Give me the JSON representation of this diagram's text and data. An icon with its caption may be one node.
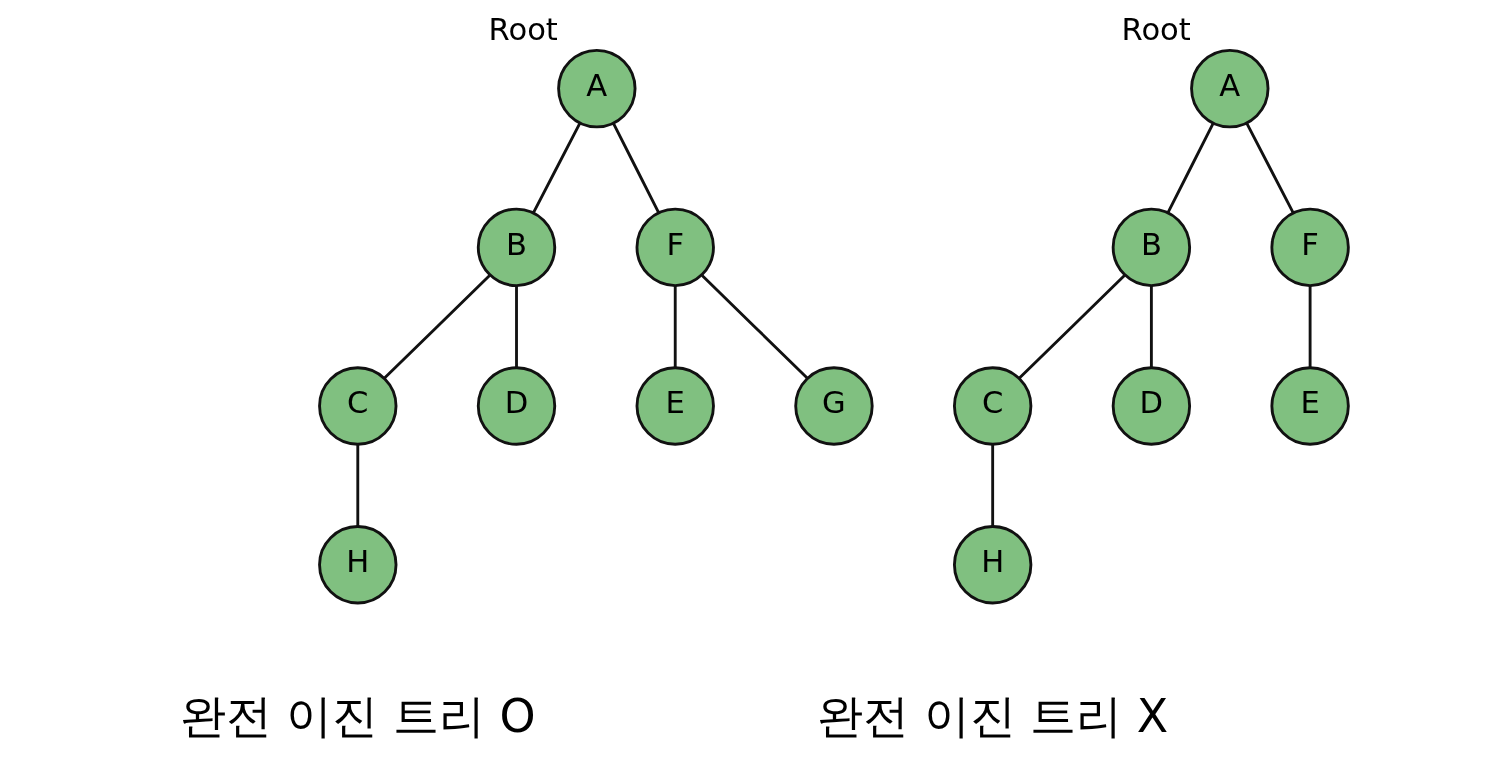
{
  "diagram": {
    "nodes": [
      {
        "text": [
          "A"
        ],
        "beside": [
          "Root"
        ]
      },
      {
        "text": [
          "B"
        ]
      },
      {
        "text": [
          "F"
        ]
      },
      {
        "text": [
          "C"
        ]
      },
      {
        "text": [
          "D"
        ]
      },
      {
        "text": [
          "E"
        ]
      },
      {
        "text": [
          "G"
        ]
      },
      {
        "text": [
          "H"
        ]
      },
      {
        "text": [
          "A"
        ],
        "beside": [
          "Root"
        ]
      },
      {
        "text": [
          "B"
        ]
      },
      {
        "text": [
          "F"
        ]
      },
      {
        "text": [
          "C"
        ]
      },
      {
        "text": [
          "D"
        ]
      },
      {
        "text": [
          "E"
        ]
      },
      {
        "text": [
          "H"
        ]
      }
    ],
    "edges": [
      {
        "from": 0,
        "to": 1,
        "arrow": "none"
      },
      {
        "from": 0,
        "to": 2,
        "arrow": "none"
      },
      {
        "from": 1,
        "to": 3,
        "arrow": "none"
      },
      {
        "from": 1,
        "to": 4,
        "arrow": "none"
      },
      {
        "from": 2,
        "to": 5,
        "arrow": "none"
      },
      {
        "from": 2,
        "to": 6,
        "arrow": "none"
      },
      {
        "from": 3,
        "to": 7,
        "arrow": "none"
      },
      {
        "from": 8,
        "to": 9,
        "arrow": "none"
      },
      {
        "from": 8,
        "to": 10,
        "arrow": "none"
      },
      {
        "from": 9,
        "to": 11,
        "arrow": "none"
      },
      {
        "from": 9,
        "to": 12,
        "arrow": "none"
      },
      {
        "from": 10,
        "to": 13,
        "arrow": "none"
      },
      {
        "from": 11,
        "to": 14,
        "arrow": "none"
      }
    ],
    "labels": [
      "완전 이진 트리 O",
      "완전 이진 트리 X"
    ]
  }
}
